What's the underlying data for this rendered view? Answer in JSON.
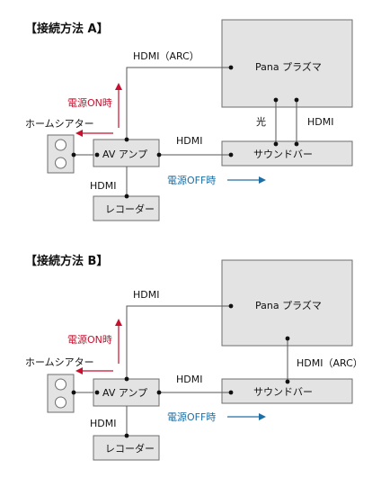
{
  "sections": [
    {
      "header": "【接続方法 A】",
      "plasma": "Pana プラズマ",
      "soundbar": "サウンドバー",
      "amp": "AV アンプ",
      "recorder": "レコーダー",
      "hometheater": "ホームシアター",
      "power_on": "電源ON時",
      "power_off": "電源OFF時",
      "label_amp_plasma": "HDMI（ARC）",
      "label_amp_soundbar": "HDMI",
      "label_amp_recorder": "HDMI",
      "label_optical": "光",
      "label_plasma_soundbar": "HDMI"
    },
    {
      "header": "【接続方法 B】",
      "plasma": "Pana プラズマ",
      "soundbar": "サウンドバー",
      "amp": "AV アンプ",
      "recorder": "レコーダー",
      "hometheater": "ホームシアター",
      "power_on": "電源ON時",
      "power_off": "電源OFF時",
      "label_amp_plasma": "HDMI",
      "label_amp_soundbar": "HDMI",
      "label_amp_recorder": "HDMI",
      "label_plasma_soundbar": "HDMI（ARC）"
    }
  ],
  "colors": {
    "on_arrow": "#c8102e",
    "off_arrow": "#1d6fa5"
  }
}
